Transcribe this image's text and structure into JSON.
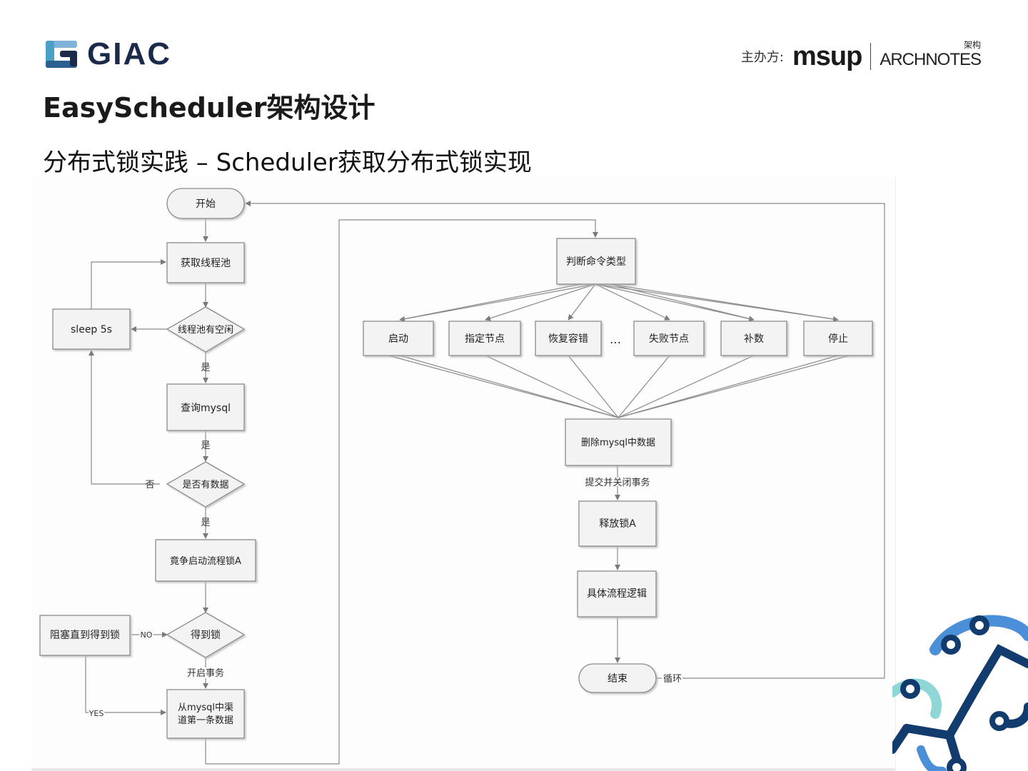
{
  "header": {
    "logo_text": "GIAC",
    "organizer_label": "主办方:",
    "organizer_brand": "msup",
    "partner_brand": "ARCHNOTES",
    "partner_cn": "架构"
  },
  "slide": {
    "title": "EasyScheduler架构设计",
    "subtitle": "分布式锁实践 – Scheduler获取分布式锁实现"
  },
  "flowchart": {
    "nodes": {
      "start": "开始",
      "get_pool": "获取线程池",
      "pool_idle": "线程池有空闲",
      "sleep": "sleep 5s",
      "query": "查询mysql",
      "has_data": "是否有数据",
      "compete_lock": "竟争启动流程锁A",
      "got_lock": "得到锁",
      "block": "阻塞直到得到锁",
      "fetch_first_1": "从mysql中渠",
      "fetch_first_2": "道第一条数据",
      "judge_type": "判断命令类型",
      "cmd_start": "启动",
      "cmd_node": "指定节点",
      "cmd_recover": "恢复容错",
      "cmd_ellipsis": "…",
      "cmd_failed": "失败节点",
      "cmd_supplement": "补数",
      "cmd_stop": "停止",
      "delete_data": "删除mysql中数据",
      "release_lock": "释放锁A",
      "logic": "具体流程逻辑",
      "end": "结束"
    },
    "labels": {
      "yes": "是",
      "no_cn": "否",
      "no_en": "NO",
      "yes_en": "YES",
      "open_tx": "开启事务",
      "commit_tx": "提交并关闭事务",
      "loop": "循环"
    }
  },
  "colors": {
    "box_fill": "#f3f3f3",
    "box_stroke": "#8c8c8c",
    "line": "#8a8a8a",
    "text": "#222222",
    "accent_dark": "#123c6e",
    "accent_blue": "#4a8fd8",
    "accent_teal": "#8fd6d6"
  }
}
